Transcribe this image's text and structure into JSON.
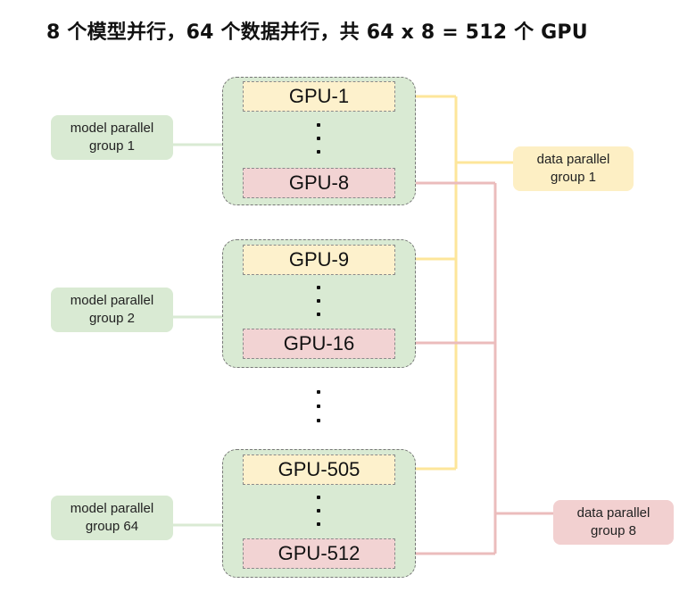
{
  "title": "8 个模型并行，64 个数据并行，共 64 x 8 = 512 个 GPU",
  "colors": {
    "group_fill": "#d9ead3",
    "gpu_first_fill": "#fdf1cc",
    "gpu_last_fill": "#f2d3d3",
    "data_group_1_line": "#fde69a",
    "data_group_8_line": "#ebbcbc",
    "model_label_fill": "#d9ead3",
    "data_label_1_fill": "#fdefc4",
    "data_label_8_fill": "#f2d0d0"
  },
  "model_groups": [
    {
      "gpu_first": "GPU-1",
      "gpu_last": "GPU-8",
      "label_line1": "model parallel",
      "label_line2": "group 1"
    },
    {
      "gpu_first": "GPU-9",
      "gpu_last": "GPU-16",
      "label_line1": "model parallel",
      "label_line2": "group 2"
    },
    {
      "gpu_first": "GPU-505",
      "gpu_last": "GPU-512",
      "label_line1": "model parallel",
      "label_line2": "group 64"
    }
  ],
  "data_groups": [
    {
      "label_line1": "data parallel",
      "label_line2": "group 1"
    },
    {
      "label_line1": "data parallel",
      "label_line2": "group 8"
    }
  ]
}
